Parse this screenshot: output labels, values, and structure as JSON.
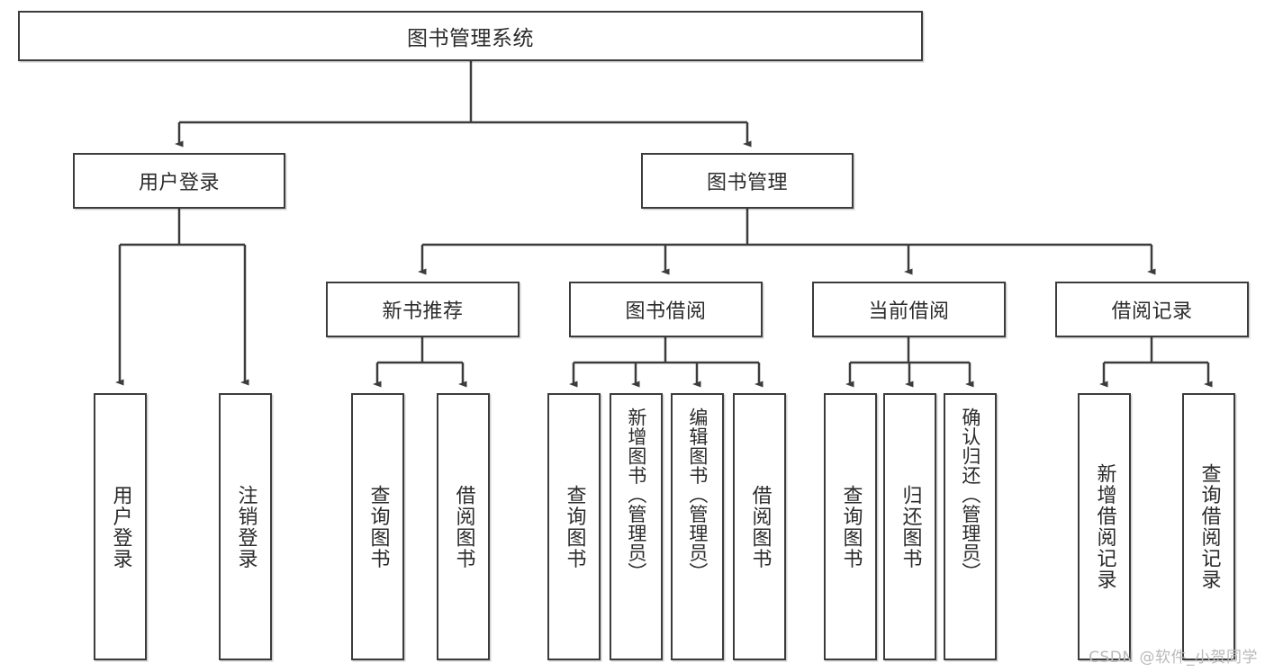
{
  "diagram": {
    "title": "图书管理系统",
    "watermark": "CSDN @软件_小贺同学",
    "nodes": {
      "root": {
        "label": "图书管理系统"
      },
      "user_login": {
        "label": "用户登录"
      },
      "book_manage": {
        "label": "图书管理"
      },
      "new_book_rec": {
        "label": "新书推荐"
      },
      "book_borrow": {
        "label": "图书借阅"
      },
      "current_borrow": {
        "label": "当前借阅"
      },
      "borrow_record": {
        "label": "借阅记录"
      },
      "leaf_user_login": {
        "label": "用户登录"
      },
      "leaf_logout": {
        "label": "注销登录"
      },
      "leaf_query_book_1": {
        "label": "查询图书"
      },
      "leaf_borrow_book_1": {
        "label": "借阅图书"
      },
      "leaf_query_book_2": {
        "label": "查询图书"
      },
      "leaf_add_book": {
        "label": "新增图书（管理员）"
      },
      "leaf_edit_book": {
        "label": "编辑图书（管理员）"
      },
      "leaf_borrow_book_2": {
        "label": "借阅图书"
      },
      "leaf_query_book_3": {
        "label": "查询图书"
      },
      "leaf_return_book": {
        "label": "归还图书"
      },
      "leaf_confirm_return": {
        "label": "确认归还（管理员）"
      },
      "leaf_add_record": {
        "label": "新增借阅记录"
      },
      "leaf_query_record": {
        "label": "查询借阅记录"
      }
    }
  },
  "chart_data": {
    "type": "diagram",
    "subtype": "tree-hierarchy",
    "title": "图书管理系统",
    "orientation": "top-down",
    "edge_style": "orthogonal-elbow-with-arrowhead",
    "levels": 4,
    "tree": {
      "label": "图书管理系统",
      "children": [
        {
          "label": "用户登录",
          "children": [
            {
              "label": "用户登录"
            },
            {
              "label": "注销登录"
            }
          ]
        },
        {
          "label": "图书管理",
          "children": [
            {
              "label": "新书推荐",
              "children": [
                {
                  "label": "查询图书"
                },
                {
                  "label": "借阅图书"
                }
              ]
            },
            {
              "label": "图书借阅",
              "children": [
                {
                  "label": "查询图书"
                },
                {
                  "label": "新增图书（管理员）"
                },
                {
                  "label": "编辑图书（管理员）"
                },
                {
                  "label": "借阅图书"
                }
              ]
            },
            {
              "label": "当前借阅",
              "children": [
                {
                  "label": "查询图书"
                },
                {
                  "label": "归还图书"
                },
                {
                  "label": "确认归还（管理员）"
                }
              ]
            },
            {
              "label": "借阅记录",
              "children": [
                {
                  "label": "新增借阅记录"
                },
                {
                  "label": "查询借阅记录"
                }
              ]
            }
          ]
        }
      ]
    },
    "colors": {
      "node_border": "#3c3c3c",
      "node_fill": "#ffffff",
      "edge": "#3c3c3c",
      "text": "#2b2b2b",
      "watermark": "#b9b9b9"
    }
  }
}
